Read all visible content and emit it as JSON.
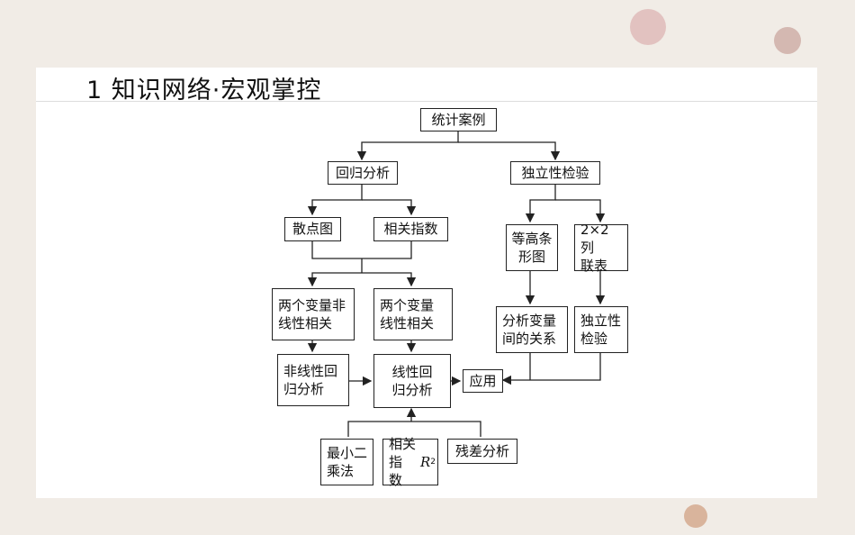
{
  "slide": {
    "title": "1  知识网络·宏观掌控"
  },
  "diagram": {
    "root": "统计案例",
    "regression": "回归分析",
    "independence": "独立性检验",
    "scatter": "散点图",
    "corr_index": "相关指数",
    "bar_chart": "等高条\n形图",
    "contingency_table": "2×2 列\n联表",
    "nonlinear_related": "两个变量非\n线性相关",
    "linear_related": "两个变量\n线性相关",
    "analyze_relation": "分析变量\n间的关系",
    "independence_test": "独立性\n检验",
    "nonlinear_regression": "非线性回\n归分析",
    "linear_regression": "线性回\n归分析",
    "application": "应用",
    "least_squares": "最小二\n乘法",
    "corr_index_r2_text": "相关指\n数 ",
    "corr_index_r2_symbol": "R",
    "corr_index_r2_exp": "2",
    "residual_analysis": "残差分析"
  }
}
